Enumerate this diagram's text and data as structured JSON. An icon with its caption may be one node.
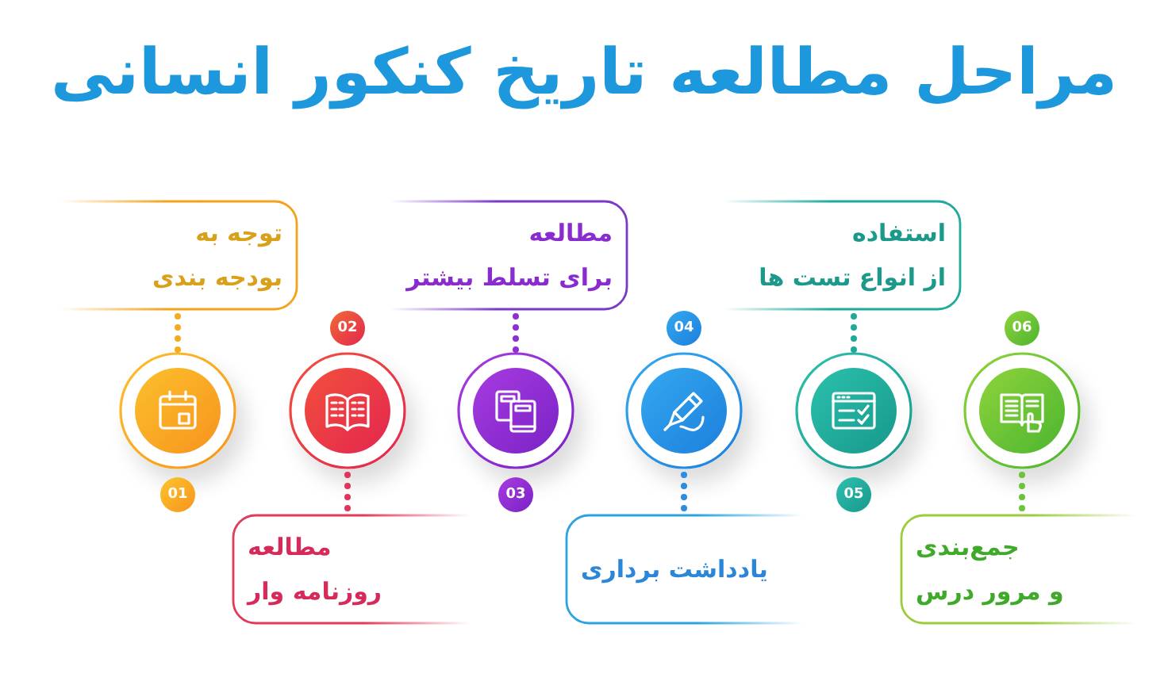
{
  "diagram": {
    "title": "مراحل مطالعه تاریخ کنکور انسانی",
    "nodes": [
      {
        "text": [
          "توجه به بودجه بندی"
        ]
      },
      {
        "text": [],
        "shape": "circle"
      },
      {
        "text": [
          "01"
        ]
      },
      {
        "text": [
          "02"
        ]
      },
      {
        "text": [],
        "shape": "circle"
      },
      {
        "text": [
          "مطالعه روزنامه وار"
        ]
      },
      {
        "text": [
          "مطالعه برای تسلط بیشتر"
        ]
      },
      {
        "text": [],
        "shape": "circle"
      },
      {
        "text": [
          "03"
        ]
      },
      {
        "text": [
          "04"
        ]
      },
      {
        "text": [],
        "shape": "circle"
      },
      {
        "text": [
          "یادداشت برداری"
        ]
      },
      {
        "text": [
          "استفاده از انواع تست ها"
        ]
      },
      {
        "text": [],
        "shape": "circle"
      },
      {
        "text": [
          "05"
        ]
      },
      {
        "text": [
          "06"
        ]
      },
      {
        "text": [],
        "shape": "circle"
      },
      {
        "text": [
          "جمع‌بندی و مرور درس"
        ]
      }
    ],
    "edges": [
      {
        "from": 0,
        "to": 1,
        "arrow": "none",
        "style": "dashed",
        "color": "#f2ac1f"
      },
      {
        "from": 5,
        "to": 4,
        "arrow": "none",
        "style": "dashed",
        "color": "#e0345a"
      },
      {
        "from": 6,
        "to": 7,
        "arrow": "none",
        "style": "dashed",
        "color": "#8e2fd0"
      },
      {
        "from": 11,
        "to": 10,
        "arrow": "none",
        "style": "dashed",
        "color": "#2a8de0"
      },
      {
        "from": 12,
        "to": 13,
        "arrow": "none",
        "style": "dashed",
        "color": "#1fa99a"
      },
      {
        "from": 17,
        "to": 16,
        "arrow": "none",
        "style": "dashed",
        "color": "#6cc23a"
      }
    ]
  }
}
